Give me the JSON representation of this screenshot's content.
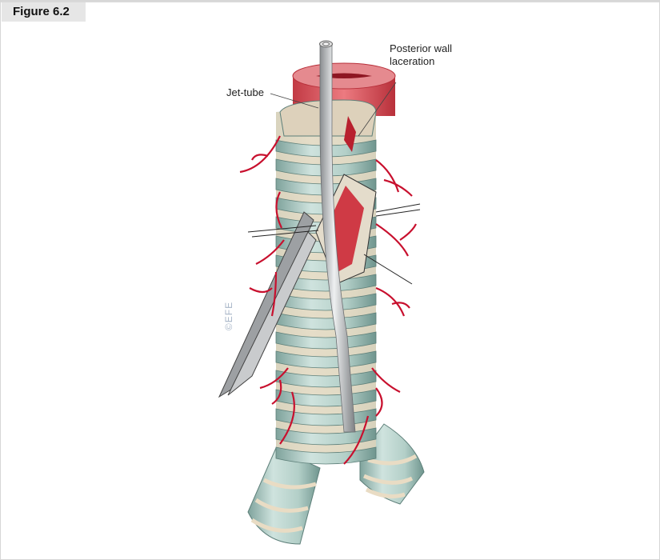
{
  "figure": {
    "label": "Figure 6.2",
    "labels": {
      "jet_tube": "Jet-tube",
      "posterior_wall_laceration": "Posterior wall laceration"
    },
    "watermark": "©EFE"
  },
  "colors": {
    "cartilage": "#b9d3cc",
    "membrane": "#e9dcc4",
    "vessel": "#c8102e",
    "muscle": "#d9474f",
    "tube": "#c4c6c8"
  }
}
